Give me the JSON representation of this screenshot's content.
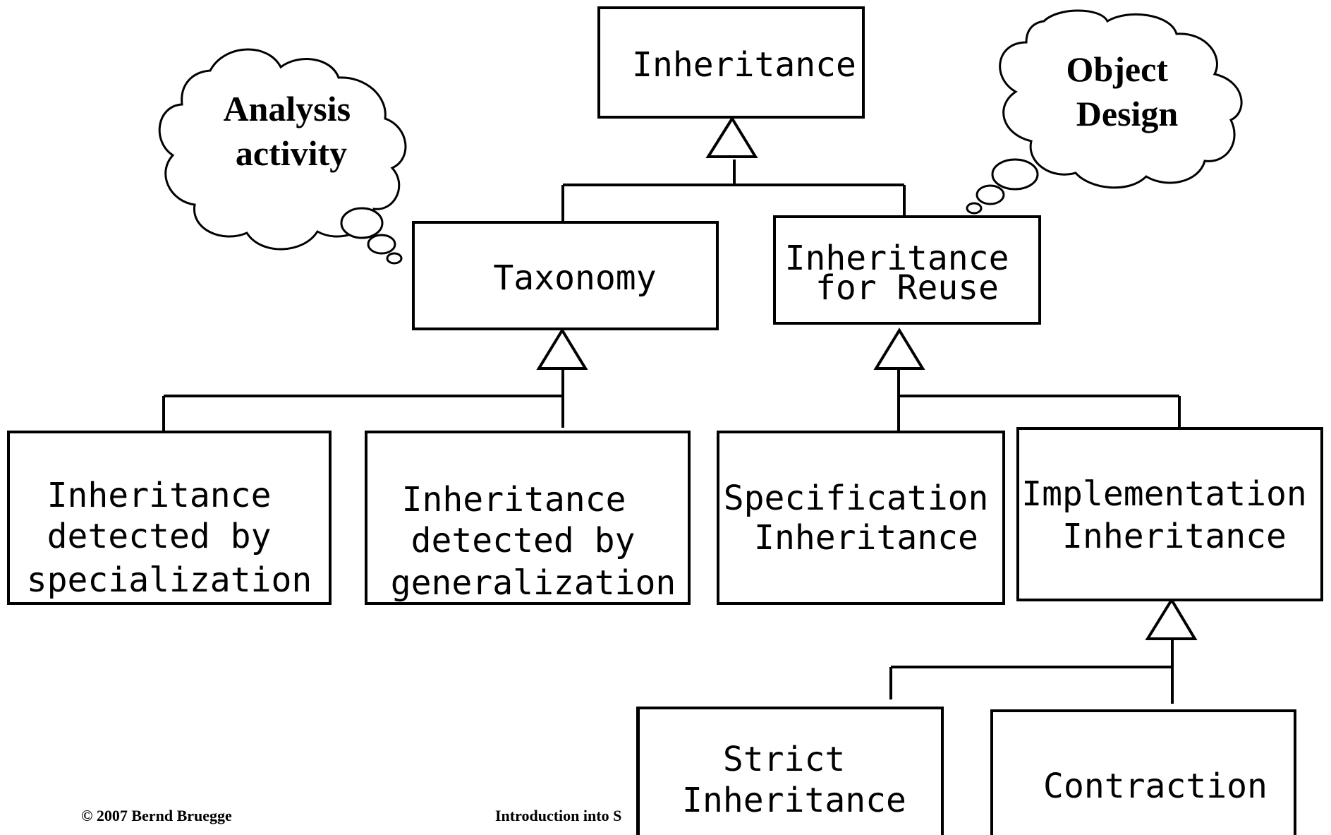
{
  "nodes": {
    "inheritance": {
      "lines": [
        "Inheritance"
      ]
    },
    "taxonomy": {
      "lines": [
        "Taxonomy"
      ]
    },
    "inheritance_for_reuse": {
      "lines": [
        "Inheritance",
        "for Reuse"
      ]
    },
    "detected_by_specialization": {
      "lines": [
        "Inheritance",
        "detected by",
        "specialization"
      ]
    },
    "detected_by_generalization": {
      "lines": [
        "Inheritance",
        "detected by",
        "generalization"
      ]
    },
    "specification_inheritance": {
      "lines": [
        "Specification",
        "Inheritance"
      ]
    },
    "implementation_inheritance": {
      "lines": [
        "Implementation",
        "Inheritance"
      ]
    },
    "strict_inheritance": {
      "lines": [
        "Strict",
        "Inheritance"
      ]
    },
    "contraction": {
      "lines": [
        "Contraction"
      ]
    }
  },
  "clouds": {
    "analysis": {
      "lines": [
        "Analysis",
        "activity"
      ]
    },
    "object_design": {
      "lines": [
        "Object",
        "Design"
      ]
    }
  },
  "footer": {
    "copyright": "© 2007 Bernd Bruegge",
    "course": "Introduction into S"
  }
}
